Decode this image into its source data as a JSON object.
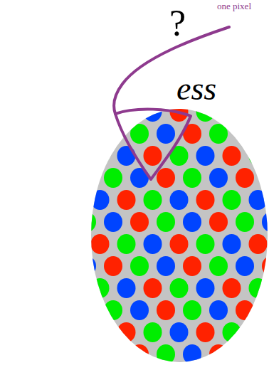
{
  "diagram": {
    "labels": [
      "?",
      "ess",
      "one pixel"
    ]
  }
}
